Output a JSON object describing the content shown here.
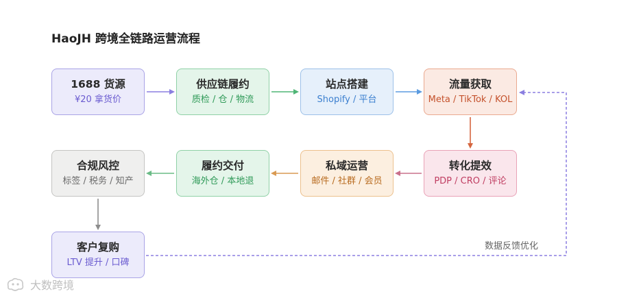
{
  "title": "HaoJH 跨境全链路运营流程",
  "nodes": [
    {
      "title": "1688 货源",
      "subtitle": "¥20 拿货价",
      "bg": "#ecebfb",
      "border": "#a9a3e6",
      "sub_color": "#6a5bd0"
    },
    {
      "title": "供应链履约",
      "subtitle": "质检 / 仓 / 物流",
      "bg": "#e4f5ea",
      "border": "#8fd1a6",
      "sub_color": "#2f9a58"
    },
    {
      "title": "站点搭建",
      "subtitle": "Shopify / 平台",
      "bg": "#e6f0fb",
      "border": "#9cc0e8",
      "sub_color": "#3b7fcf"
    },
    {
      "title": "流量获取",
      "subtitle": "Meta / TikTok / KOL",
      "bg": "#fbeae3",
      "border": "#eaa98f",
      "sub_color": "#c4512b"
    },
    {
      "title": "转化提效",
      "subtitle": "PDP / CRO / 评论",
      "bg": "#fae6ec",
      "border": "#e9a2b7",
      "sub_color": "#c03e62"
    },
    {
      "title": "私域运营",
      "subtitle": "邮件 / 社群 / 会员",
      "bg": "#fcefe0",
      "border": "#ecc08d",
      "sub_color": "#b86b1f"
    },
    {
      "title": "履约交付",
      "subtitle": "海外仓 / 本地退",
      "bg": "#e4f5ea",
      "border": "#8fd1a6",
      "sub_color": "#2f9a58"
    },
    {
      "title": "合规风控",
      "subtitle": "标签 / 税务 / 知产",
      "bg": "#efefee",
      "border": "#c4c4c2",
      "sub_color": "#6a6a6a"
    },
    {
      "title": "客户复购",
      "subtitle": "LTV 提升 / 口碑",
      "bg": "#ecebfb",
      "border": "#a9a3e6",
      "sub_color": "#6a5bd0"
    }
  ],
  "edges": [
    {
      "color": "#8b7fe0"
    },
    {
      "color": "#4fb576"
    },
    {
      "color": "#5b9be0"
    },
    {
      "color": "#d5663f"
    },
    {
      "color": "#c9708b"
    },
    {
      "color": "#d99a52"
    },
    {
      "color": "#6abb86"
    },
    {
      "color": "#8d8d8d"
    }
  ],
  "feedback": {
    "label": "数据反馈优化",
    "color": "#8b7fe0"
  },
  "watermark": {
    "text": "大数跨境"
  }
}
